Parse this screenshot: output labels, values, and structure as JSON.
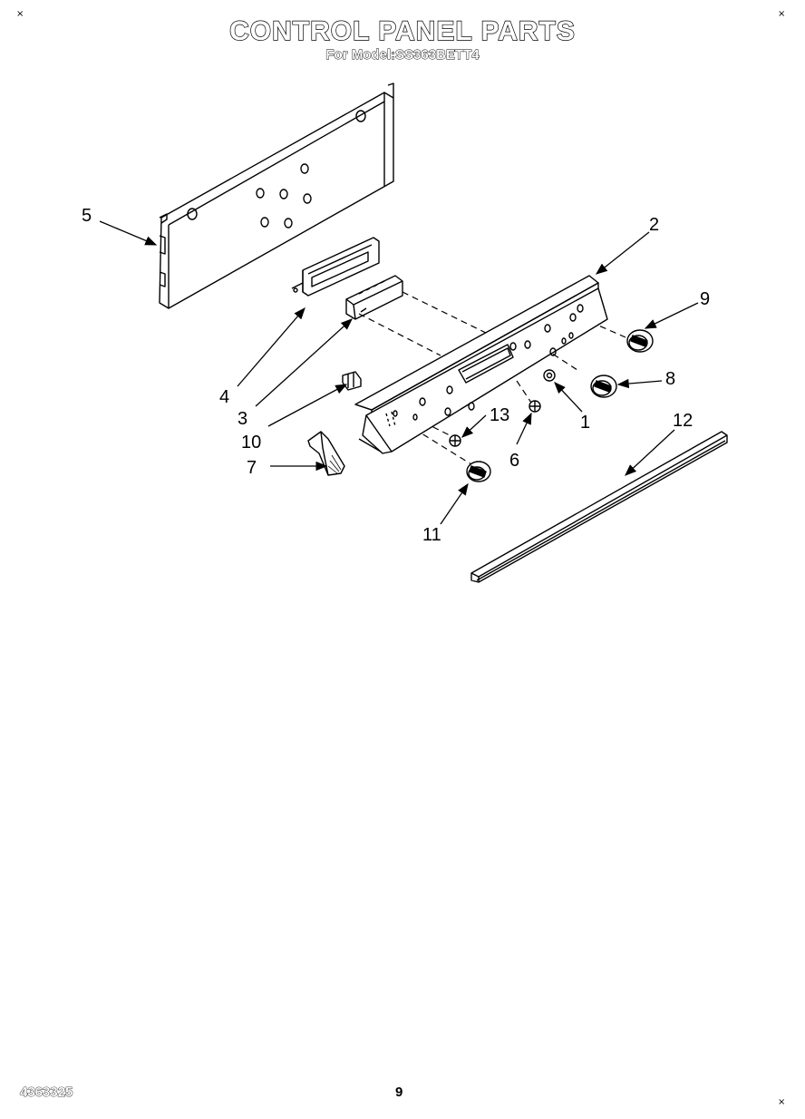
{
  "header": {
    "title": "CONTROL PANEL PARTS",
    "subtitle": "For Model:SS363BETT4"
  },
  "footer": {
    "document_number": "4363325",
    "page_number": "9"
  },
  "corner_mark": "×",
  "callouts": [
    {
      "id": "c1",
      "label": "1",
      "part": "1"
    },
    {
      "id": "c2",
      "label": "2",
      "part": "2"
    },
    {
      "id": "c3",
      "label": "3",
      "part": "3"
    },
    {
      "id": "c4",
      "label": "4",
      "part": "4"
    },
    {
      "id": "c5",
      "label": "5",
      "part": "5"
    },
    {
      "id": "c6",
      "label": "6",
      "part": "6"
    },
    {
      "id": "c7",
      "label": "7",
      "part": "7"
    },
    {
      "id": "c8",
      "label": "8",
      "part": "8"
    },
    {
      "id": "c9",
      "label": "9",
      "part": "9"
    },
    {
      "id": "c10",
      "label": "10",
      "part": "10"
    },
    {
      "id": "c11",
      "label": "11",
      "part": "11"
    },
    {
      "id": "c12",
      "label": "12",
      "part": "12"
    },
    {
      "id": "c13",
      "label": "13",
      "part": "13"
    }
  ]
}
